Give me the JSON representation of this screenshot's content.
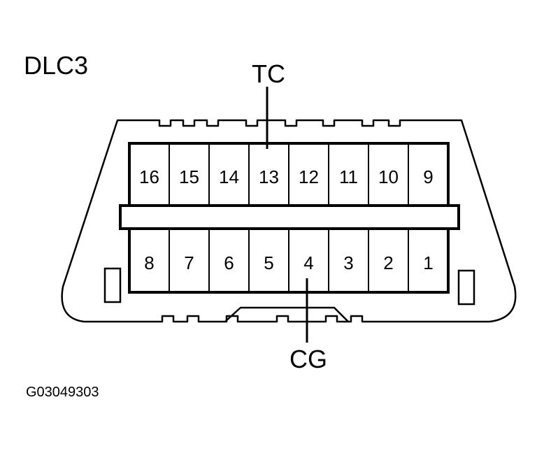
{
  "title": "DLC3",
  "top_label": "TC",
  "bottom_label": "CG",
  "figure_code": "G03049303",
  "top_row_pins": [
    "16",
    "15",
    "14",
    "13",
    "12",
    "11",
    "10",
    "9"
  ],
  "bottom_row_pins": [
    "8",
    "7",
    "6",
    "5",
    "4",
    "3",
    "2",
    "1"
  ],
  "colors": {
    "ink": "#000000",
    "paper": "#ffffff"
  }
}
